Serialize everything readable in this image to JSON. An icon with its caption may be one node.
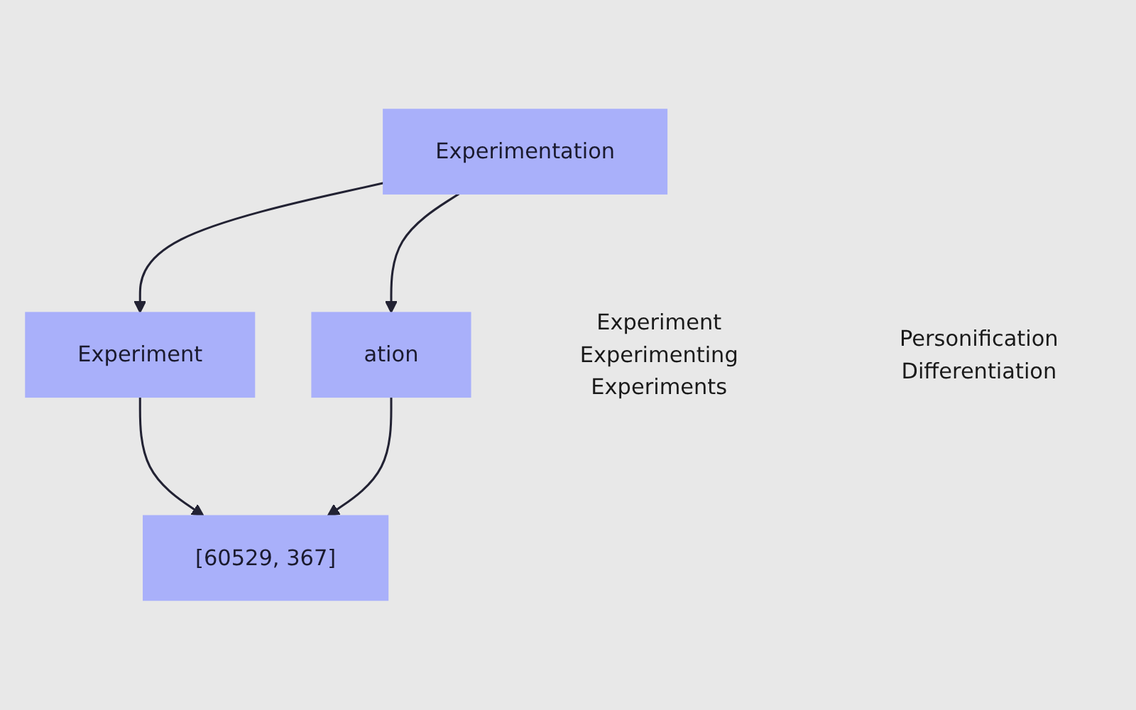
{
  "diagram": {
    "nodes": [
      {
        "text": [
          "Experimentation"
        ]
      },
      {
        "text": [
          "Experiment"
        ],
        "beside": [
          "Experiment",
          "Experimenting",
          "Experiments"
        ]
      },
      {
        "text": [
          "ation"
        ],
        "beside": [
          "Personification",
          "Differentiation"
        ]
      },
      {
        "text": [
          "[60529, 367]"
        ]
      }
    ],
    "edges": [
      {
        "from": 0,
        "to": 1,
        "arrow": "to"
      },
      {
        "from": 0,
        "to": 2,
        "arrow": "to"
      },
      {
        "from": 1,
        "to": 3,
        "arrow": "to"
      },
      {
        "from": 2,
        "to": 3,
        "arrow": "to"
      }
    ]
  }
}
